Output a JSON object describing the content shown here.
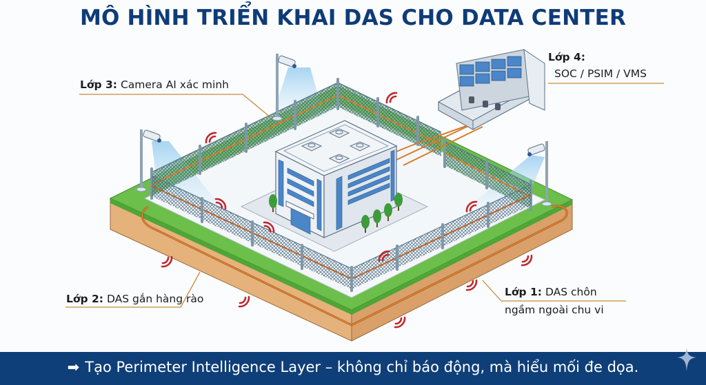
{
  "title": "MÔ HÌNH TRIỂN KHAI DAS CHO DATA CENTER",
  "layers": [
    {
      "id": "layer-3",
      "prefix": "Lớp 3:",
      "text": "Camera AI xác minh"
    },
    {
      "id": "layer-4",
      "prefix": "Lớp 4:",
      "text": "SOC / PSIM / VMS"
    },
    {
      "id": "layer-2",
      "prefix": "Lớp 2:",
      "text": "DAS gắn hàng rào"
    },
    {
      "id": "layer-1",
      "prefix": "Lớp 1:",
      "text_line1": "DAS chôn",
      "text_line2": "ngầm ngoài chu vi"
    }
  ],
  "footer": {
    "arrow_icon": "➡",
    "text": "Tạo Perimeter Intelligence Layer – không chỉ báo động, mà hiểu mối đe dọa."
  },
  "colors": {
    "title": "#0f3c78",
    "footer_bg": "#0f3f78",
    "grass": "#6cbf4a",
    "soil": "#e8b47d",
    "cable": "#d77b2a",
    "signal": "#c0272d",
    "glass": "#4a86c8",
    "leader_line": "#c98a3a"
  }
}
